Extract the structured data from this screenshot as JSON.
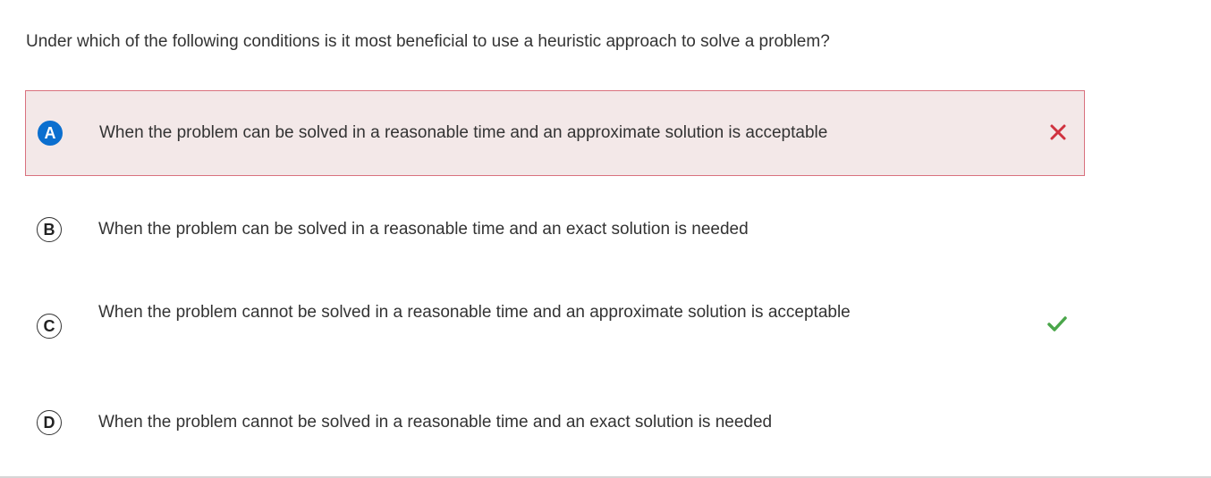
{
  "question": {
    "text": "Under which of the following conditions is it most beneficial to use a heuristic approach to solve a problem?"
  },
  "options": [
    {
      "letter": "A",
      "text": "When the problem can be solved in a reasonable time and an approximate solution is acceptable",
      "state": "selected-incorrect",
      "mark_icon": "close-icon",
      "mark_color": "#d0323f"
    },
    {
      "letter": "B",
      "text": "When the problem can be solved in a reasonable time and an exact solution is needed",
      "state": "unselected"
    },
    {
      "letter": "C",
      "text": "When the problem cannot be solved in a reasonable time and an approximate solution is acceptable",
      "state": "correct-answer",
      "mark_icon": "check-icon",
      "mark_color": "#4aa64a"
    },
    {
      "letter": "D",
      "text": "When the problem cannot be solved in a reasonable time and an exact solution is needed",
      "state": "unselected"
    }
  ],
  "colors": {
    "selected_badge": "#0b6fcf",
    "wrong_background": "#f3e8e8",
    "wrong_border": "#d9717e"
  }
}
